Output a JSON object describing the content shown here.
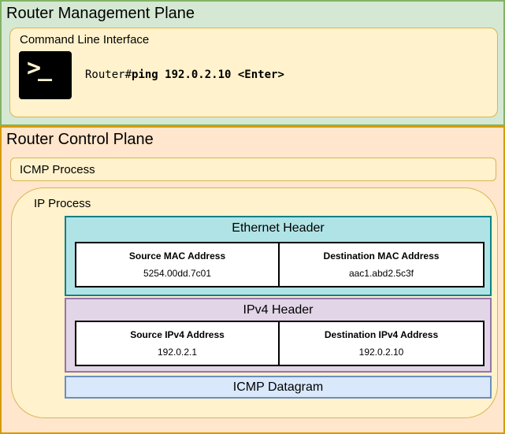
{
  "colors": {
    "management_plane_fill": "#d5e8d4",
    "management_plane_border": "#82b366",
    "control_plane_fill": "#ffe6cc",
    "control_plane_border": "#d79b00",
    "process_panel_fill": "#fff2cc",
    "process_panel_border": "#d6b656",
    "ethernet_header_fill": "#b0e3e6",
    "ethernet_header_border": "#0e8088",
    "ipv4_header_fill": "#e1d5e7",
    "ipv4_header_border": "#9673a6",
    "icmp_datagram_fill": "#dae8fc",
    "icmp_datagram_border": "#6c8ebf",
    "terminal_icon_bg": "#000000",
    "terminal_icon_glyph": "#fff2cc"
  },
  "management_plane": {
    "title": "Router Management Plane",
    "cli": {
      "title": "Command Line Interface",
      "terminal_icon": "terminal-prompt-icon",
      "terminal_glyph": ">_",
      "prompt": "Router#",
      "command": "ping 192.0.2.10 <Enter>"
    }
  },
  "control_plane": {
    "title": "Router Control Plane",
    "icmp_process": {
      "title": "ICMP Process"
    },
    "ip_process": {
      "title": "IP Process",
      "ethernet_header": {
        "title": "Ethernet Header",
        "fields": [
          {
            "label": "Source MAC Address",
            "value": "5254.00dd.7c01"
          },
          {
            "label": "Destination MAC Address",
            "value": "aac1.abd2.5c3f"
          }
        ]
      },
      "ipv4_header": {
        "title": "IPv4 Header",
        "fields": [
          {
            "label": "Source IPv4 Address",
            "value": "192.0.2.1"
          },
          {
            "label": "Destination IPv4 Address",
            "value": "192.0.2.10"
          }
        ]
      },
      "icmp_datagram": {
        "title": "ICMP Datagram"
      }
    }
  }
}
